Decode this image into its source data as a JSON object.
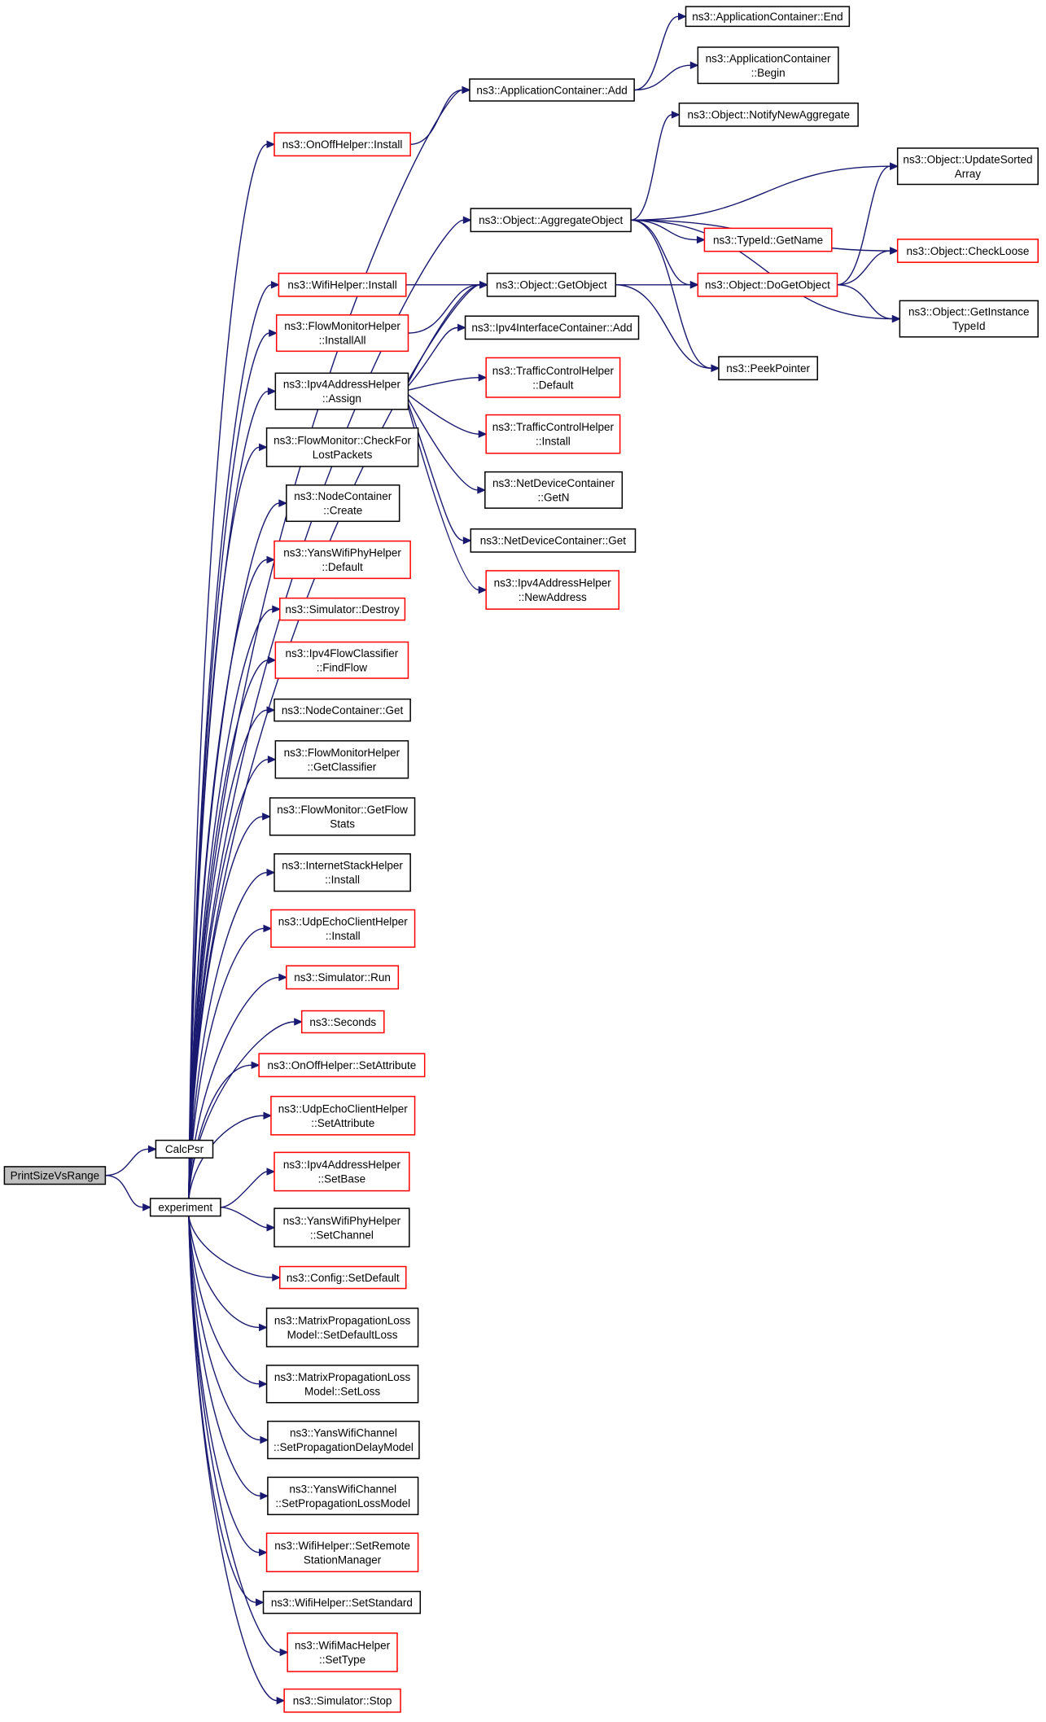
{
  "nodes": [
    {
      "id": "print",
      "lines": [
        "PrintSizeVsRange"
      ],
      "color": "black",
      "root": true
    },
    {
      "id": "calcpsr",
      "lines": [
        "CalcPsr"
      ],
      "color": "black"
    },
    {
      "id": "experiment",
      "lines": [
        "experiment"
      ],
      "color": "black"
    },
    {
      "id": "ac_end",
      "lines": [
        "ns3::ApplicationContainer::End"
      ],
      "color": "black"
    },
    {
      "id": "ac_begin",
      "lines": [
        "ns3::ApplicationContainer",
        "::Begin"
      ],
      "color": "black"
    },
    {
      "id": "ac_add",
      "lines": [
        "ns3::ApplicationContainer::Add"
      ],
      "color": "black"
    },
    {
      "id": "onoff_install",
      "lines": [
        "ns3::OnOffHelper::Install"
      ],
      "color": "red"
    },
    {
      "id": "notify_new_agg",
      "lines": [
        "ns3::Object::NotifyNewAggregate"
      ],
      "color": "black"
    },
    {
      "id": "update_sorted",
      "lines": [
        "ns3::Object::UpdateSorted",
        "Array"
      ],
      "color": "black"
    },
    {
      "id": "aggregate",
      "lines": [
        "ns3::Object::AggregateObject"
      ],
      "color": "black"
    },
    {
      "id": "typeid_getname",
      "lines": [
        "ns3::TypeId::GetName"
      ],
      "color": "red"
    },
    {
      "id": "checkloose",
      "lines": [
        "ns3::Object::CheckLoose"
      ],
      "color": "red"
    },
    {
      "id": "wifi_install",
      "lines": [
        "ns3::WifiHelper::Install"
      ],
      "color": "red"
    },
    {
      "id": "getobject",
      "lines": [
        "ns3::Object::GetObject"
      ],
      "color": "black"
    },
    {
      "id": "dogetobject",
      "lines": [
        "ns3::Object::DoGetObject"
      ],
      "color": "red"
    },
    {
      "id": "get_instance_typeid",
      "lines": [
        "ns3::Object::GetInstance",
        "TypeId"
      ],
      "color": "black"
    },
    {
      "id": "fm_installall",
      "lines": [
        "ns3::FlowMonitorHelper",
        "::InstallAll"
      ],
      "color": "red"
    },
    {
      "id": "ipv4ic_add",
      "lines": [
        "ns3::Ipv4InterfaceContainer::Add"
      ],
      "color": "black"
    },
    {
      "id": "peekpointer",
      "lines": [
        "ns3::PeekPointer"
      ],
      "color": "black"
    },
    {
      "id": "ipv4ah_assign",
      "lines": [
        "ns3::Ipv4AddressHelper",
        "::Assign"
      ],
      "color": "black"
    },
    {
      "id": "tch_default",
      "lines": [
        "ns3::TrafficControlHelper",
        "::Default"
      ],
      "color": "red"
    },
    {
      "id": "tch_install",
      "lines": [
        "ns3::TrafficControlHelper",
        "::Install"
      ],
      "color": "red"
    },
    {
      "id": "fm_checklost",
      "lines": [
        "ns3::FlowMonitor::CheckFor",
        "LostPackets"
      ],
      "color": "black"
    },
    {
      "id": "ndc_getn",
      "lines": [
        "ns3::NetDeviceContainer",
        "::GetN"
      ],
      "color": "black"
    },
    {
      "id": "nc_create",
      "lines": [
        "ns3::NodeContainer",
        "::Create"
      ],
      "color": "black"
    },
    {
      "id": "ndc_get",
      "lines": [
        "ns3::NetDeviceContainer::Get"
      ],
      "color": "black"
    },
    {
      "id": "yans_phy_default",
      "lines": [
        "ns3::YansWifiPhyHelper",
        "::Default"
      ],
      "color": "red"
    },
    {
      "id": "ipv4ah_newaddress",
      "lines": [
        "ns3::Ipv4AddressHelper",
        "::NewAddress"
      ],
      "color": "red"
    },
    {
      "id": "sim_destroy",
      "lines": [
        "ns3::Simulator::Destroy"
      ],
      "color": "red"
    },
    {
      "id": "ipv4fc_findflow",
      "lines": [
        "ns3::Ipv4FlowClassifier",
        "::FindFlow"
      ],
      "color": "red"
    },
    {
      "id": "nc_get",
      "lines": [
        "ns3::NodeContainer::Get"
      ],
      "color": "black"
    },
    {
      "id": "fmh_getclassifier",
      "lines": [
        "ns3::FlowMonitorHelper",
        "::GetClassifier"
      ],
      "color": "black"
    },
    {
      "id": "fm_getflowstats",
      "lines": [
        "ns3::FlowMonitor::GetFlow",
        "Stats"
      ],
      "color": "black"
    },
    {
      "id": "ish_install",
      "lines": [
        "ns3::InternetStackHelper",
        "::Install"
      ],
      "color": "black"
    },
    {
      "id": "uech_install",
      "lines": [
        "ns3::UdpEchoClientHelper",
        "::Install"
      ],
      "color": "red"
    },
    {
      "id": "sim_run",
      "lines": [
        "ns3::Simulator::Run"
      ],
      "color": "red"
    },
    {
      "id": "seconds",
      "lines": [
        "ns3::Seconds"
      ],
      "color": "red"
    },
    {
      "id": "onoff_setattr",
      "lines": [
        "ns3::OnOffHelper::SetAttribute"
      ],
      "color": "red"
    },
    {
      "id": "uech_setattr",
      "lines": [
        "ns3::UdpEchoClientHelper",
        "::SetAttribute"
      ],
      "color": "red"
    },
    {
      "id": "ipv4ah_setbase",
      "lines": [
        "ns3::Ipv4AddressHelper",
        "::SetBase"
      ],
      "color": "red"
    },
    {
      "id": "yans_phy_setchannel",
      "lines": [
        "ns3::YansWifiPhyHelper",
        "::SetChannel"
      ],
      "color": "black"
    },
    {
      "id": "config_setdefault",
      "lines": [
        "ns3::Config::SetDefault"
      ],
      "color": "red"
    },
    {
      "id": "mplm_setdefaultloss",
      "lines": [
        "ns3::MatrixPropagationLoss",
        "Model::SetDefaultLoss"
      ],
      "color": "black"
    },
    {
      "id": "mplm_setloss",
      "lines": [
        "ns3::MatrixPropagationLoss",
        "Model::SetLoss"
      ],
      "color": "black"
    },
    {
      "id": "ywc_setdelay",
      "lines": [
        "ns3::YansWifiChannel",
        "::SetPropagationDelayModel"
      ],
      "color": "black"
    },
    {
      "id": "ywc_setloss",
      "lines": [
        "ns3::YansWifiChannel",
        "::SetPropagationLossModel"
      ],
      "color": "black"
    },
    {
      "id": "wh_setremote",
      "lines": [
        "ns3::WifiHelper::SetRemote",
        "StationManager"
      ],
      "color": "red"
    },
    {
      "id": "wh_setstandard",
      "lines": [
        "ns3::WifiHelper::SetStandard"
      ],
      "color": "black"
    },
    {
      "id": "wmh_settype",
      "lines": [
        "ns3::WifiMacHelper",
        "::SetType"
      ],
      "color": "red"
    },
    {
      "id": "sim_stop",
      "lines": [
        "ns3::Simulator::Stop"
      ],
      "color": "red"
    }
  ],
  "edges": [
    [
      "print",
      "calcpsr"
    ],
    [
      "print",
      "experiment"
    ],
    [
      "experiment",
      "ac_add"
    ],
    [
      "experiment",
      "onoff_install"
    ],
    [
      "experiment",
      "aggregate"
    ],
    [
      "experiment",
      "getobject"
    ],
    [
      "experiment",
      "wifi_install"
    ],
    [
      "experiment",
      "fm_installall"
    ],
    [
      "experiment",
      "ipv4ah_assign"
    ],
    [
      "experiment",
      "fm_checklost"
    ],
    [
      "experiment",
      "nc_create"
    ],
    [
      "experiment",
      "yans_phy_default"
    ],
    [
      "experiment",
      "sim_destroy"
    ],
    [
      "experiment",
      "ipv4fc_findflow"
    ],
    [
      "experiment",
      "nc_get"
    ],
    [
      "experiment",
      "fmh_getclassifier"
    ],
    [
      "experiment",
      "fm_getflowstats"
    ],
    [
      "experiment",
      "ish_install"
    ],
    [
      "experiment",
      "uech_install"
    ],
    [
      "experiment",
      "sim_run"
    ],
    [
      "experiment",
      "seconds"
    ],
    [
      "experiment",
      "onoff_setattr"
    ],
    [
      "experiment",
      "uech_setattr"
    ],
    [
      "experiment",
      "ipv4ah_setbase"
    ],
    [
      "experiment",
      "yans_phy_setchannel"
    ],
    [
      "experiment",
      "config_setdefault"
    ],
    [
      "experiment",
      "mplm_setdefaultloss"
    ],
    [
      "experiment",
      "mplm_setloss"
    ],
    [
      "experiment",
      "ywc_setdelay"
    ],
    [
      "experiment",
      "ywc_setloss"
    ],
    [
      "experiment",
      "wh_setremote"
    ],
    [
      "experiment",
      "wh_setstandard"
    ],
    [
      "experiment",
      "wmh_settype"
    ],
    [
      "experiment",
      "sim_stop"
    ],
    [
      "ac_add",
      "ac_end"
    ],
    [
      "ac_add",
      "ac_begin"
    ],
    [
      "onoff_install",
      "ac_add"
    ],
    [
      "aggregate",
      "notify_new_agg"
    ],
    [
      "aggregate",
      "update_sorted"
    ],
    [
      "aggregate",
      "checkloose"
    ],
    [
      "aggregate",
      "typeid_getname"
    ],
    [
      "aggregate",
      "dogetobject"
    ],
    [
      "aggregate",
      "get_instance_typeid"
    ],
    [
      "aggregate",
      "peekpointer"
    ],
    [
      "wifi_install",
      "getobject"
    ],
    [
      "fm_installall",
      "getobject"
    ],
    [
      "getobject",
      "dogetobject"
    ],
    [
      "getobject",
      "peekpointer"
    ],
    [
      "dogetobject",
      "update_sorted"
    ],
    [
      "dogetobject",
      "checkloose"
    ],
    [
      "dogetobject",
      "get_instance_typeid"
    ],
    [
      "ipv4ah_assign",
      "getobject"
    ],
    [
      "ipv4ah_assign",
      "ipv4ic_add"
    ],
    [
      "ipv4ah_assign",
      "tch_default"
    ],
    [
      "ipv4ah_assign",
      "tch_install"
    ],
    [
      "ipv4ah_assign",
      "ndc_getn"
    ],
    [
      "ipv4ah_assign",
      "ndc_get"
    ],
    [
      "ipv4ah_assign",
      "ipv4ah_newaddress"
    ]
  ]
}
